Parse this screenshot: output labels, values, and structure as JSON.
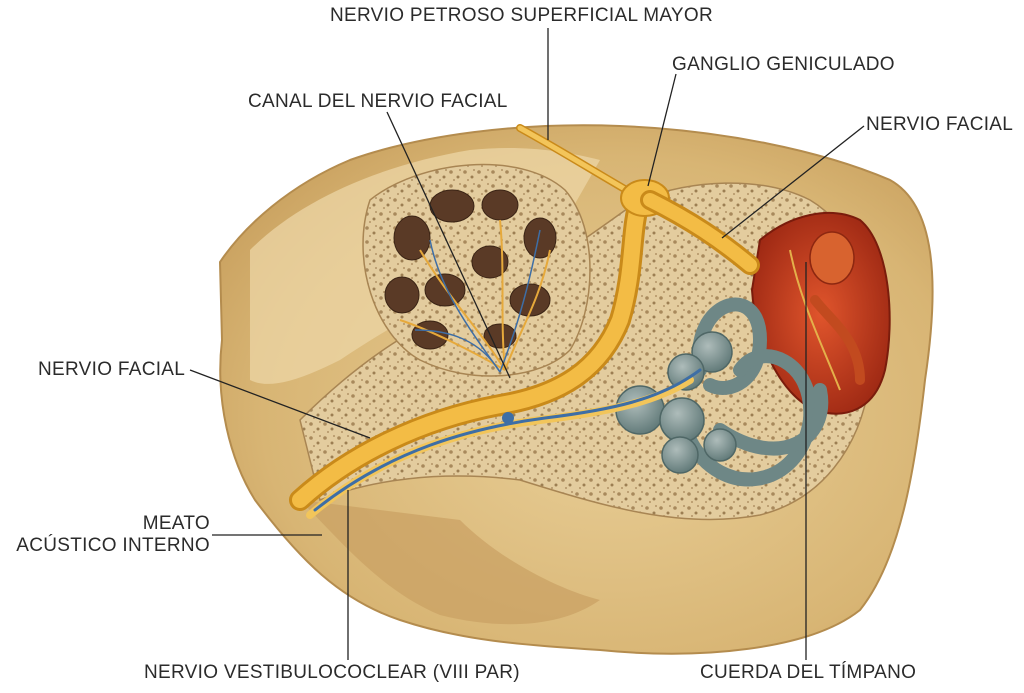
{
  "labels": {
    "nervio_petroso": "NERVIO PETROSO SUPERFICIAL MAYOR",
    "ganglio_geniculado": "GANGLIO GENICULADO",
    "canal_nervio_facial": "CANAL DEL NERVIO FACIAL",
    "nervio_facial_right": "NERVIO FACIAL",
    "nervio_facial_left": "NERVIO FACIAL",
    "meato_line1": "MEATO",
    "meato_line2": "ACÚSTICO INTERNO",
    "nervio_vestibulococlear": "NERVIO VESTIBULOCOCLEAR (VIII PAR)",
    "cuerda_timpano": "CUERDA DEL TÍMPANO"
  },
  "colors": {
    "bone_outer": "#d9b679",
    "bone_light": "#ead3a3",
    "bone_spongy": "#cdb48a",
    "nerve": "#f0b63a",
    "nerve_dark": "#c98a1a",
    "vessel_blue": "#3e6ea5",
    "labyrinth": "#7f9695",
    "tympanic_red": "#b6341c",
    "leader": "#222222"
  }
}
